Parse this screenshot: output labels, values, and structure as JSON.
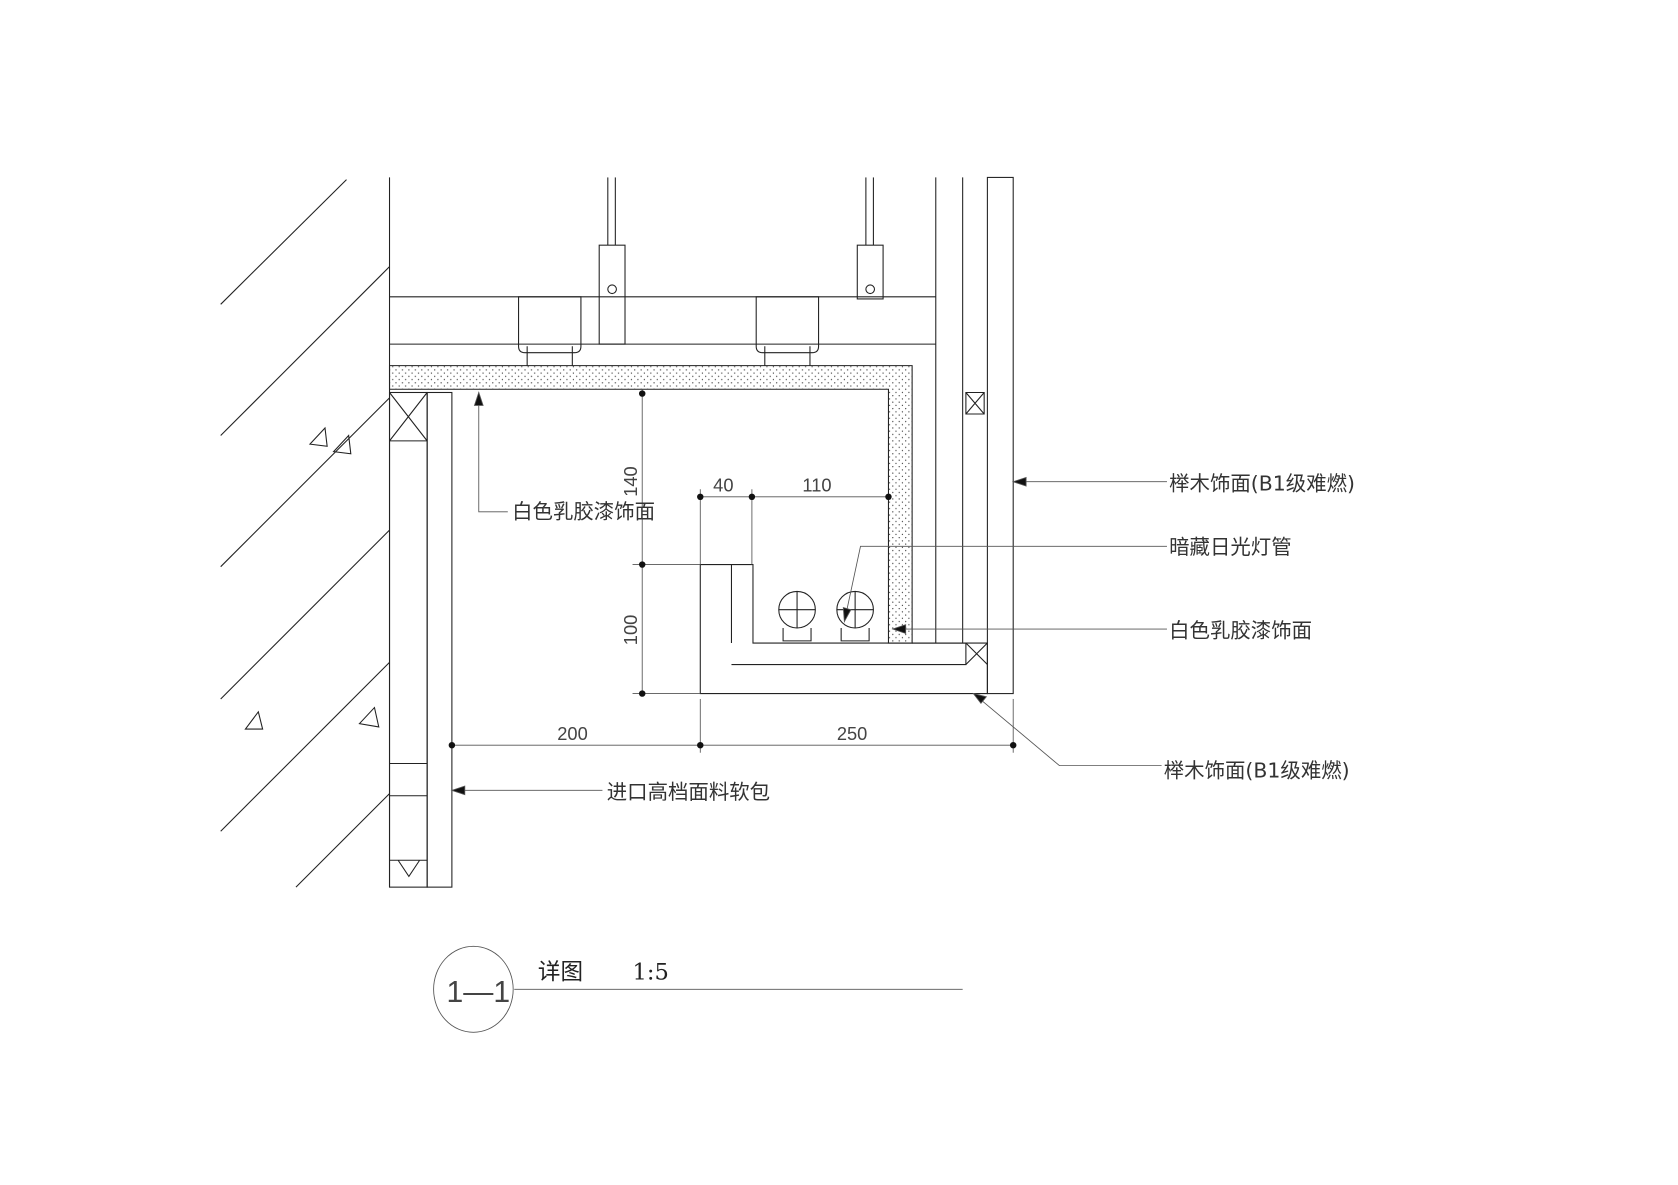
{
  "drawing": {
    "labels": {
      "beech_top": "榉木饰面(B1级难燃)",
      "hidden_tube": "暗藏日光灯管",
      "white_latex_right": "白色乳胶漆饰面",
      "beech_bottom": "榉木饰面(B1级难燃)",
      "white_latex_left": "白色乳胶漆饰面",
      "soft_pack": "进口高档面料软包"
    },
    "dimensions": {
      "d140": "140",
      "d100": "100",
      "d40": "40",
      "d110": "110",
      "d200": "200",
      "d250": "250"
    },
    "title": {
      "section_id": "1—1",
      "name": "详图",
      "scale": "1:5"
    }
  }
}
